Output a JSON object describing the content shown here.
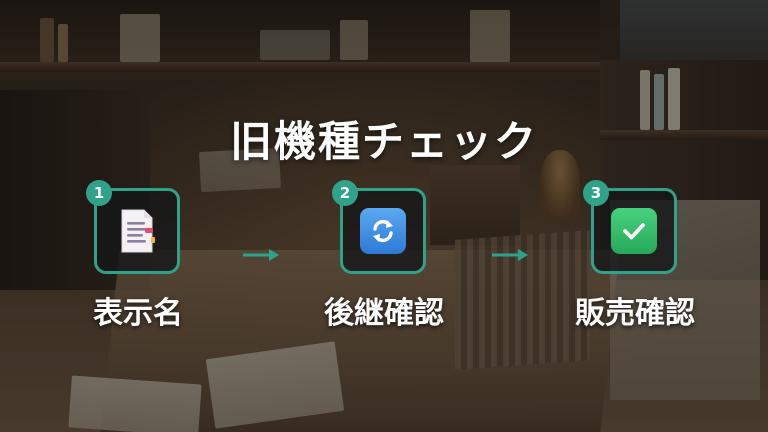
{
  "title": "旧機種チェック",
  "steps": [
    {
      "number": "1",
      "label": "表示名",
      "icon": "document-icon"
    },
    {
      "number": "2",
      "label": "後継確認",
      "icon": "sync-icon"
    },
    {
      "number": "3",
      "label": "販売確認",
      "icon": "checkmark-icon"
    }
  ],
  "colors": {
    "accent": "#2fa38a",
    "title": "#ffffff",
    "sync_icon": "#3b8ce3",
    "check_icon": "#34be6a"
  }
}
